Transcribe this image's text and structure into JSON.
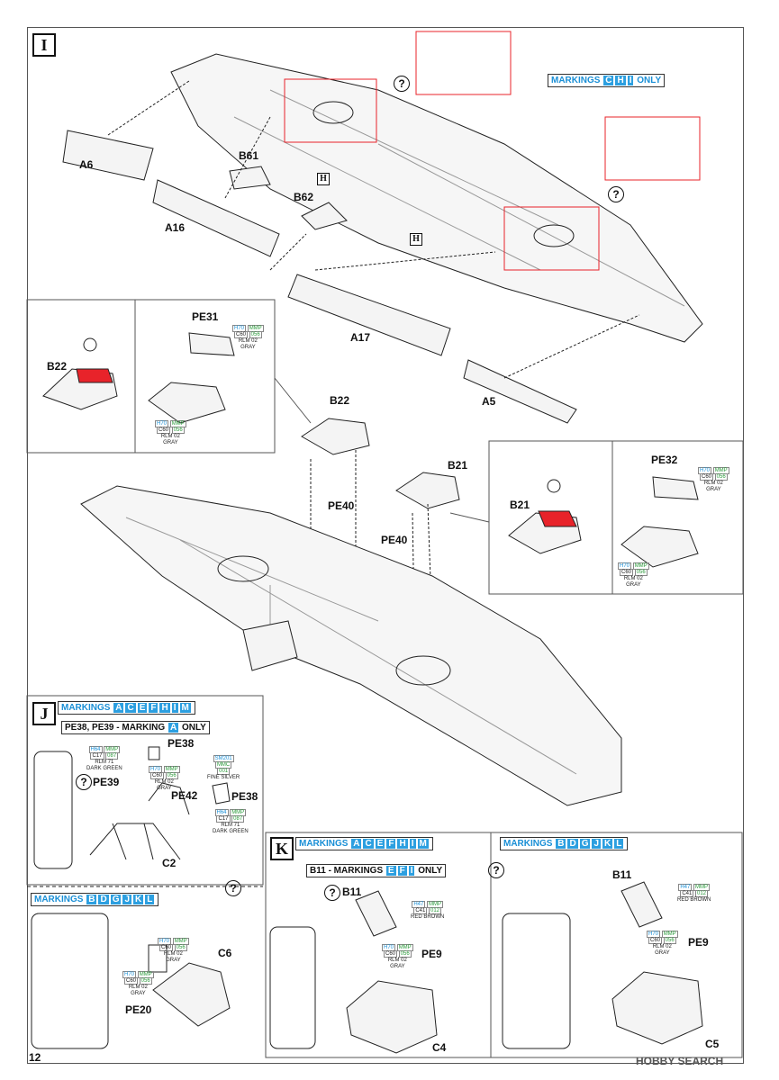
{
  "page_number": "12",
  "watermark": "HOBBY SEARCH",
  "steps": {
    "I": {
      "label": "I",
      "markings": {
        "prefix": "MARKINGS",
        "letters": [
          "C",
          "H",
          "I"
        ],
        "suffix": "ONLY"
      },
      "parts": [
        "A6",
        "A16",
        "B61",
        "B62",
        "A17",
        "A5",
        "B22",
        "PE31",
        "PE40",
        "PE40",
        "B21",
        "B22",
        "PE32",
        "B21"
      ],
      "callouts": [
        "H",
        "H"
      ],
      "paints": [
        {
          "h": "H70",
          "m": "MMP",
          "c": "C60",
          "n": "056",
          "name": "RLM 02",
          "name2": "GRAY"
        },
        {
          "h": "H70",
          "m": "MMP",
          "c": "C60",
          "n": "056",
          "name": "RLM 02",
          "name2": "GRAY"
        },
        {
          "h": "H70",
          "m": "MMP",
          "c": "C60",
          "n": "056",
          "name": "RLM 02",
          "name2": "GRAY"
        },
        {
          "h": "H70",
          "m": "MMP",
          "c": "C60",
          "n": "056",
          "name": "RLM 02",
          "name2": "GRAY"
        }
      ]
    },
    "J": {
      "label": "J",
      "markings": {
        "prefix": "MARKINGS",
        "letters": [
          "A",
          "C",
          "E",
          "F",
          "H",
          "I",
          "M"
        ],
        "suffix": ""
      },
      "note": {
        "text": "PE38, PE39 - MARKING",
        "letter": "A",
        "suffix": "ONLY"
      },
      "parts": [
        "PE38",
        "PE39",
        "PE42",
        "PE38",
        "C2"
      ],
      "paints": [
        {
          "h": "H64",
          "m": "MMP",
          "c": "C17",
          "n": "087",
          "name": "RLM 71",
          "name2": "DARK GREEN"
        },
        {
          "h": "H70",
          "m": "MMP",
          "c": "C60",
          "n": "056",
          "name": "RLM 02",
          "name2": "GRAY"
        },
        {
          "h": "SM201",
          "m": "MMC",
          "c": "",
          "n": "001",
          "name": "FINE SILVER",
          "name2": ""
        },
        {
          "h": "H64",
          "m": "MMP",
          "c": "C17",
          "n": "087",
          "name": "RLM 71",
          "name2": "DARK GREEN"
        }
      ]
    },
    "J2": {
      "markings": {
        "prefix": "MARKINGS",
        "letters": [
          "B",
          "D",
          "G",
          "J",
          "K",
          "L"
        ],
        "suffix": ""
      },
      "parts": [
        "C6",
        "PE20"
      ],
      "paints": [
        {
          "h": "H70",
          "m": "MMP",
          "c": "C60",
          "n": "056",
          "name": "RLM 02",
          "name2": "GRAY"
        },
        {
          "h": "H70",
          "m": "MMP",
          "c": "C60",
          "n": "056",
          "name": "RLM 02",
          "name2": "GRAY"
        }
      ]
    },
    "K": {
      "label": "K",
      "markings": {
        "prefix": "MARKINGS",
        "letters": [
          "A",
          "C",
          "E",
          "F",
          "H",
          "I",
          "M"
        ],
        "suffix": ""
      },
      "note": {
        "text": "B11 - MARKINGS",
        "letters": [
          "E",
          "F",
          "I"
        ],
        "suffix": "ONLY"
      },
      "parts": [
        "B11",
        "PE9",
        "C4"
      ],
      "paints": [
        {
          "h": "H47",
          "m": "MMP",
          "c": "C41",
          "n": "012",
          "name": "RED BROWN",
          "name2": ""
        },
        {
          "h": "H70",
          "m": "MMP",
          "c": "C60",
          "n": "056",
          "name": "RLM 02",
          "name2": "GRAY"
        }
      ]
    },
    "K2": {
      "markings": {
        "prefix": "MARKINGS",
        "letters": [
          "B",
          "D",
          "G",
          "J",
          "K",
          "L"
        ],
        "suffix": ""
      },
      "parts": [
        "B11",
        "PE9",
        "C5"
      ],
      "paints": [
        {
          "h": "H47",
          "m": "MMP",
          "c": "C41",
          "n": "012",
          "name": "RED BROWN",
          "name2": ""
        },
        {
          "h": "H70",
          "m": "MMP",
          "c": "C60",
          "n": "056",
          "name": "RLM 02",
          "name2": "GRAY"
        }
      ]
    }
  },
  "colors": {
    "accent": "#2c9fe0",
    "highlight": "#e8232a",
    "green": "#2a9a3a"
  }
}
